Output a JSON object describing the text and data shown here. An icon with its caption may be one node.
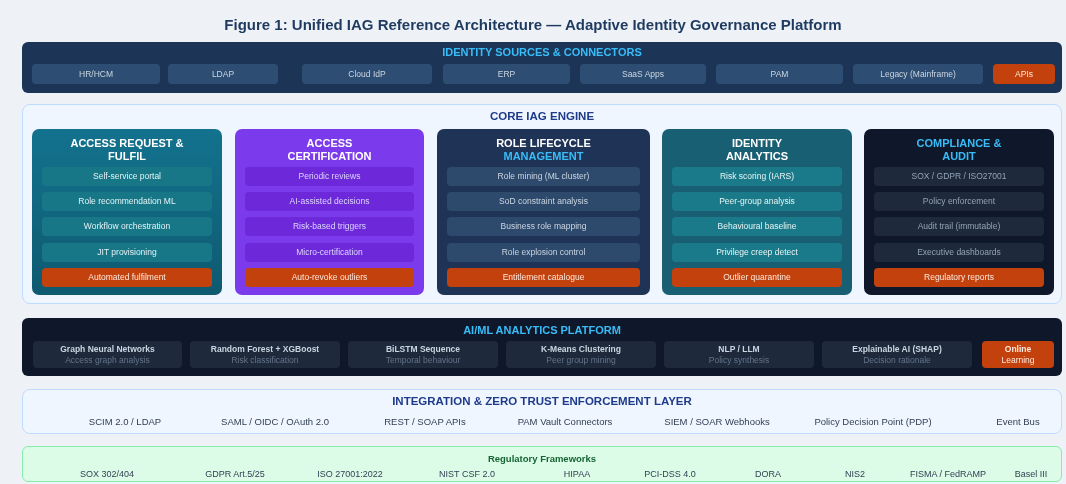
{
  "diagram": {
    "title": "Figure 1: Unified IAG Reference Architecture — Adaptive Identity Governance Platform",
    "nodes": [
      {
        "text": [
          "IDENTITY SOURCES & CONNECTORS"
        ]
      },
      {
        "text": [
          "HR/HCM"
        ],
        "in": 0
      },
      {
        "text": [
          "LDAP"
        ],
        "in": 0
      },
      {
        "text": [
          "Cloud IdP"
        ],
        "in": 0
      },
      {
        "text": [
          "ERP"
        ],
        "in": 0
      },
      {
        "text": [
          "SaaS Apps"
        ],
        "in": 0
      },
      {
        "text": [
          "PAM"
        ],
        "in": 0
      },
      {
        "text": [
          "Legacy (Mainframe)"
        ],
        "in": 0
      },
      {
        "text": [
          "APIs"
        ],
        "in": 0
      },
      {
        "text": [
          "CORE IAG ENGINE"
        ]
      },
      {
        "text": [
          "ACCESS REQUEST & FULFIL"
        ],
        "in": 9
      },
      {
        "text": [
          "Self-service portal"
        ],
        "in": 10
      },
      {
        "text": [
          "Role recommendation ML"
        ],
        "in": 10
      },
      {
        "text": [
          "Workflow orchestration"
        ],
        "in": 10
      },
      {
        "text": [
          "JIT provisioning"
        ],
        "in": 10
      },
      {
        "text": [
          "Automated fulfilment"
        ],
        "in": 10
      },
      {
        "text": [
          "ACCESS CERTIFICATION"
        ],
        "in": 9
      },
      {
        "text": [
          "Periodic reviews"
        ],
        "in": 16
      },
      {
        "text": [
          "AI-assisted decisions"
        ],
        "in": 16
      },
      {
        "text": [
          "Risk-based triggers"
        ],
        "in": 16
      },
      {
        "text": [
          "Micro-certification"
        ],
        "in": 16
      },
      {
        "text": [
          "Auto-revoke outliers"
        ],
        "in": 16
      },
      {
        "text": [
          "ROLE LIFECYCLE",
          "MANAGEMENT"
        ],
        "in": 9
      },
      {
        "text": [
          "Role mining (ML cluster)"
        ],
        "in": 22
      },
      {
        "text": [
          "SoD constraint analysis"
        ],
        "in": 22
      },
      {
        "text": [
          "Business role mapping"
        ],
        "in": 22
      },
      {
        "text": [
          "Role explosion control"
        ],
        "in": 22
      },
      {
        "text": [
          "Entitlement catalogue"
        ],
        "in": 22
      },
      {
        "text": [
          "IDENTITY ANALYTICS"
        ],
        "in": 9
      },
      {
        "text": [
          "Risk scoring (IARS)"
        ],
        "in": 28
      },
      {
        "text": [
          "Peer-group analysis"
        ],
        "in": 28
      },
      {
        "text": [
          "Behavioural baseline"
        ],
        "in": 28
      },
      {
        "text": [
          "Privilege creep detect"
        ],
        "in": 28
      },
      {
        "text": [
          "Outlier quarantine"
        ],
        "in": 28
      },
      {
        "text": [
          "COMPLIANCE & AUDIT"
        ],
        "in": 9
      },
      {
        "text": [
          "SOX / GDPR / ISO27001"
        ],
        "in": 34
      },
      {
        "text": [
          "Policy enforcement"
        ],
        "in": 34
      },
      {
        "text": [
          "Audit trail (immutable)"
        ],
        "in": 34
      },
      {
        "text": [
          "Executive dashboards"
        ],
        "in": 34
      },
      {
        "text": [
          "Regulatory reports"
        ],
        "in": 34
      },
      {
        "text": [
          "AI/ML ANALYTICS PLATFORM"
        ]
      },
      {
        "text": [
          "Graph Neural Networks",
          "Access graph analysis"
        ],
        "in": 40
      },
      {
        "text": [
          "Random Forest + XGBoost",
          "Risk classification"
        ],
        "in": 40
      },
      {
        "text": [
          "BiLSTM Sequence",
          "Temporal behaviour"
        ],
        "in": 40
      },
      {
        "text": [
          "K-Means Clustering",
          "Peer group mining"
        ],
        "in": 40
      },
      {
        "text": [
          "NLP / LLM",
          "Policy synthesis"
        ],
        "in": 40
      },
      {
        "text": [
          "Explainable AI (SHAP)",
          "Decision rationale"
        ],
        "in": 40
      },
      {
        "text": [
          "Online",
          "Learning"
        ],
        "in": 40
      },
      {
        "text": [
          "INTEGRATION & ZERO TRUST ENFORCEMENT LAYER"
        ]
      },
      {
        "text": [
          "Regulatory Frameworks"
        ]
      }
    ],
    "labels": [
      "SCIM 2.0 / LDAP",
      "SAML / OIDC / OAuth 2.0",
      "REST / SOAP APIs",
      "PAM Vault Connectors",
      "SIEM / SOAR Webhooks",
      "Policy Decision Point (PDP)",
      "Event Bus",
      "SOX 302/404",
      "GDPR Art.5/25",
      "ISO 27001:2022",
      "NIST CSF 2.0",
      "HIPAA",
      "PCI-DSS 4.0",
      "DORA",
      "NIS2",
      "FISMA / FedRAMP",
      "Basel III"
    ]
  }
}
